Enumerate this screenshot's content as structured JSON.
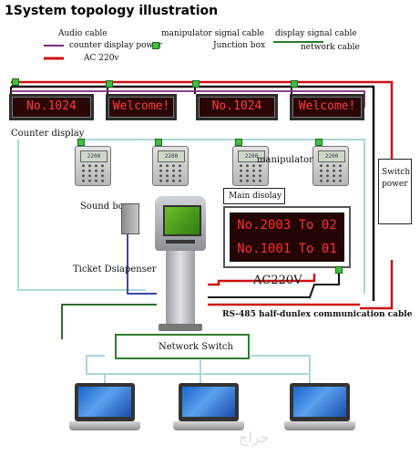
{
  "title": "1System topology illustration",
  "legend": {
    "audio_cable": "Audio cable",
    "counter_display_power": "counter display power",
    "ac220": "AC 220v",
    "manipulator_signal_cable": "manipulator signal cable",
    "junction_box": "Junction box",
    "display_signal_cable": "display signal cable",
    "network_cable": "network cable"
  },
  "counter_displays": [
    "No.1024",
    "Welcome!",
    "No.1024",
    "Welcome!"
  ],
  "keypad_screen_text": [
    "2200",
    "2200",
    "2200",
    "2200"
  ],
  "labels": {
    "counter_display": "Counter display",
    "manipulator": "manipulator",
    "switch_power": "Switch power",
    "main_display": "Main disolay",
    "sound_box": "Sound box",
    "ticket_dispenser": "Ticket Dsiapenser",
    "ac220v": "AC220V",
    "rs485": "RS-485 half-dunlex communication cable",
    "network_switch": "Network Switch"
  },
  "main_display_rows": [
    "No.2003 To 02",
    "No.1001 To 01"
  ],
  "watermark": "حراج",
  "colors": {
    "audio_cable": "#3a4aa0",
    "counter_display_power": "#7a2a7a",
    "ac220": "#d01010",
    "display_signal": "#2a7a2a",
    "network": "#2e6e2e",
    "manipulator_signal": "#a8d8d8",
    "led_text": "#ff3030"
  }
}
